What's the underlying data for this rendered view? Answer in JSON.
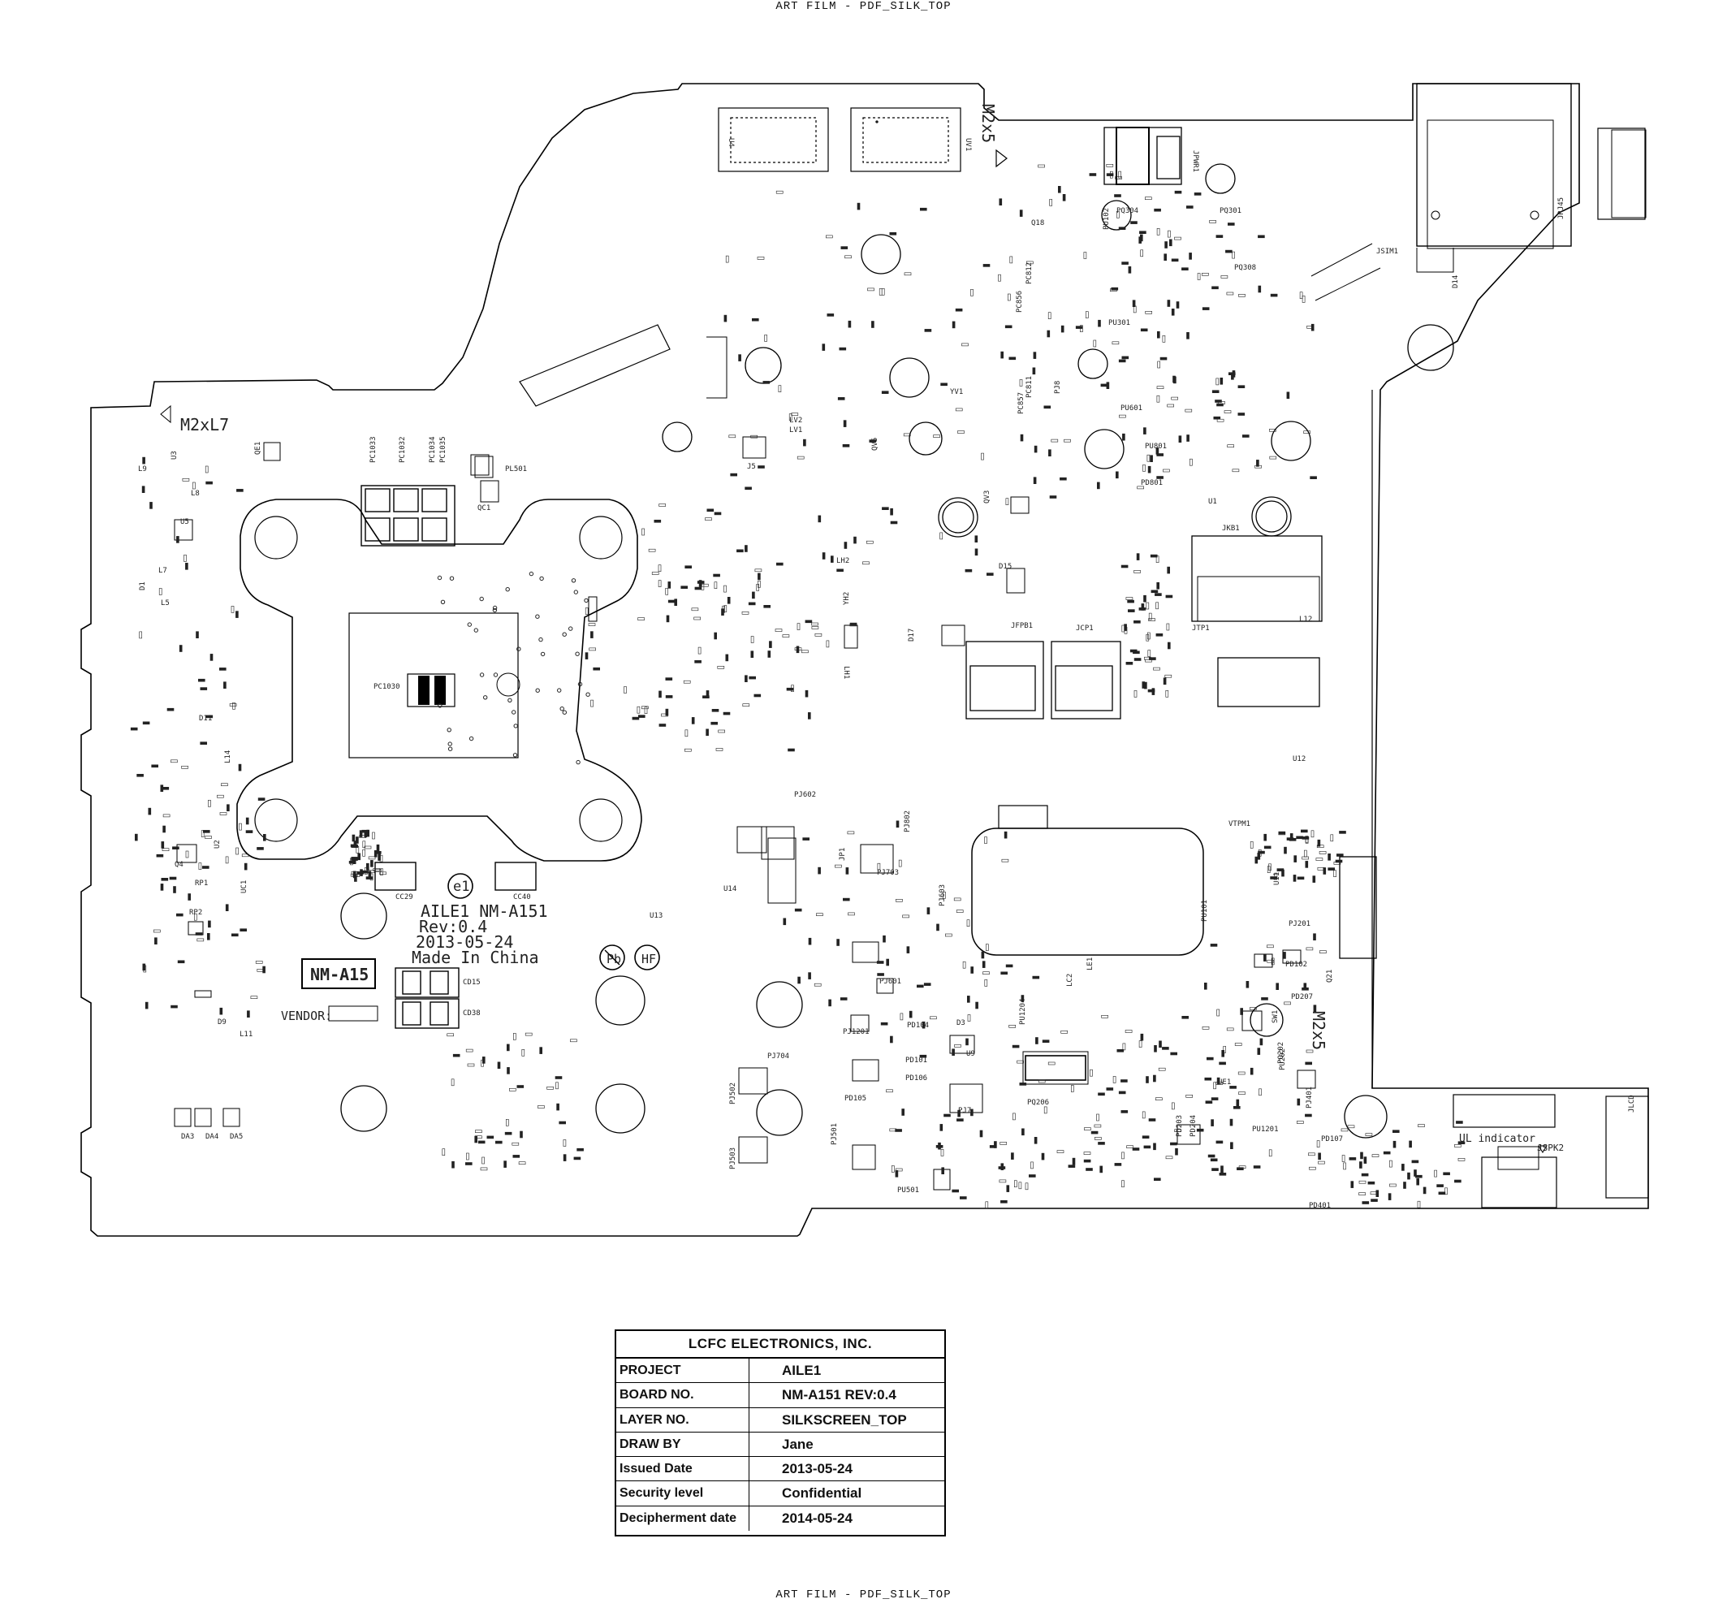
{
  "header": {
    "top_text": "ART FILM - PDF_SILK_TOP",
    "bottom_text": "ART FILM - PDF_SILK_TOP"
  },
  "board": {
    "labels": {
      "m2x5_top": "M2x5",
      "m2x5_right": "M2x5",
      "m2xl7": "M2xL7",
      "ul_indicator": "UL indicator",
      "jspk2": "JSPK2",
      "vendor": "VENDOR:",
      "e1": "e1",
      "pb": "Pb",
      "hf": "HF"
    },
    "silk_block": {
      "line1": "AILE1 NM-A151",
      "line2": "Rev:0.4",
      "line3": "2013-05-24",
      "line4": "Made In China"
    },
    "nm_box": "NM-A15",
    "refdes": [
      {
        "id": "u4",
        "t": "U4"
      },
      {
        "id": "uv1",
        "t": "UV1"
      },
      {
        "id": "pc1033",
        "t": "PC1033"
      },
      {
        "id": "pc1032",
        "t": "PC1032"
      },
      {
        "id": "pc1034",
        "t": "PC1034"
      },
      {
        "id": "pc1035",
        "t": "PC1035"
      },
      {
        "id": "pl501",
        "t": "PL501"
      },
      {
        "id": "qc1",
        "t": "QC1"
      },
      {
        "id": "pc1030",
        "t": "PC1030"
      },
      {
        "id": "cc29",
        "t": "CC29"
      },
      {
        "id": "cc40",
        "t": "CC40"
      },
      {
        "id": "cd15",
        "t": "CD15"
      },
      {
        "id": "cd38",
        "t": "CD38"
      },
      {
        "id": "jfpb1",
        "t": "JFPB1"
      },
      {
        "id": "jcp1",
        "t": "JCP1"
      },
      {
        "id": "jtp1",
        "t": "JTP1"
      },
      {
        "id": "jkb1",
        "t": "JKB1"
      },
      {
        "id": "u12",
        "t": "U12"
      },
      {
        "id": "d17",
        "t": "D17"
      },
      {
        "id": "d15",
        "t": "D15"
      },
      {
        "id": "lh1",
        "t": "LH1"
      },
      {
        "id": "lh2",
        "t": "LH2"
      },
      {
        "id": "yh2",
        "t": "YH2"
      },
      {
        "id": "yv1",
        "t": "YV1"
      },
      {
        "id": "lv2",
        "t": "LV2"
      },
      {
        "id": "lv1",
        "t": "LV1"
      },
      {
        "id": "j5",
        "t": "J5"
      },
      {
        "id": "q18",
        "t": "Q18"
      },
      {
        "id": "jpwr1",
        "t": "JPWR1"
      },
      {
        "id": "pq304",
        "t": "PQ304"
      },
      {
        "id": "pq301",
        "t": "PQ301"
      },
      {
        "id": "pu301",
        "t": "PU301"
      },
      {
        "id": "pq308",
        "t": "PQ308"
      },
      {
        "id": "jsim1",
        "t": "JSIM1"
      },
      {
        "id": "jrj45",
        "t": "JRJ45"
      },
      {
        "id": "d14",
        "t": "D14"
      },
      {
        "id": "pu102",
        "t": "PU102"
      },
      {
        "id": "pc856",
        "t": "PC856"
      },
      {
        "id": "pc812",
        "t": "PC812"
      },
      {
        "id": "pc857",
        "t": "PC857"
      },
      {
        "id": "pc811",
        "t": "PC811"
      },
      {
        "id": "pj8",
        "t": "PJ8"
      },
      {
        "id": "pu601",
        "t": "PU601"
      },
      {
        "id": "pd801",
        "t": "PD801"
      },
      {
        "id": "pj602",
        "t": "PJ602"
      },
      {
        "id": "pj802",
        "t": "PJ802"
      },
      {
        "id": "pj703",
        "t": "PJ703"
      },
      {
        "id": "pj603",
        "t": "PJ603"
      },
      {
        "id": "pj201",
        "t": "PJ201"
      },
      {
        "id": "pj1201",
        "t": "PJ1201"
      },
      {
        "id": "pj601",
        "t": "PJ601"
      },
      {
        "id": "pj704",
        "t": "PJ704"
      },
      {
        "id": "pj502",
        "t": "PJ502"
      },
      {
        "id": "pj503",
        "t": "PJ503"
      },
      {
        "id": "pj501",
        "t": "PJ501"
      },
      {
        "id": "pu501",
        "t": "PU501"
      },
      {
        "id": "pd104",
        "t": "PD104"
      },
      {
        "id": "pd101",
        "t": "PD101"
      },
      {
        "id": "pd106",
        "t": "PD106"
      },
      {
        "id": "pd105",
        "t": "PD105"
      },
      {
        "id": "pj7",
        "t": "PJ7"
      },
      {
        "id": "pq206",
        "t": "PQ206"
      },
      {
        "id": "u9",
        "t": "U9"
      },
      {
        "id": "d3",
        "t": "D3"
      },
      {
        "id": "pu1201",
        "t": "PU1201"
      },
      {
        "id": "pd102",
        "t": "PD102"
      },
      {
        "id": "pd207",
        "t": "PD207"
      },
      {
        "id": "pu202",
        "t": "PU202"
      },
      {
        "id": "pu101",
        "t": "PU101"
      },
      {
        "id": "pd107",
        "t": "PD107"
      },
      {
        "id": "pd401",
        "t": "PD401"
      },
      {
        "id": "pj401",
        "t": "PJ401"
      },
      {
        "id": "jlcd",
        "t": "JLCD"
      },
      {
        "id": "u11",
        "t": "U11"
      },
      {
        "id": "vtpm1",
        "t": "VTPM1"
      },
      {
        "id": "u14",
        "t": "U14"
      },
      {
        "id": "u13",
        "t": "U13"
      },
      {
        "id": "pd203",
        "t": "PD203"
      },
      {
        "id": "pd204",
        "t": "PD204"
      },
      {
        "id": "ue1",
        "t": "UE1"
      },
      {
        "id": "le1",
        "t": "LE1"
      },
      {
        "id": "l12",
        "t": "L12"
      },
      {
        "id": "da3",
        "t": "DA3"
      },
      {
        "id": "da4",
        "t": "DA4"
      },
      {
        "id": "da5",
        "t": "DA5"
      },
      {
        "id": "u3",
        "t": "U3"
      },
      {
        "id": "u5",
        "t": "U5"
      },
      {
        "id": "u2",
        "t": "U2"
      },
      {
        "id": "uc1",
        "t": "UC1"
      },
      {
        "id": "rp1",
        "t": "RP1"
      },
      {
        "id": "rp2",
        "t": "RP2"
      },
      {
        "id": "d11",
        "t": "D11"
      },
      {
        "id": "l14",
        "t": "L14"
      },
      {
        "id": "d9",
        "t": "D9"
      },
      {
        "id": "l11",
        "t": "L11"
      },
      {
        "id": "q4",
        "t": "Q4"
      },
      {
        "id": "qe1",
        "t": "QE1"
      },
      {
        "id": "qv5",
        "t": "QV5"
      },
      {
        "id": "qv3",
        "t": "QV3"
      },
      {
        "id": "u1",
        "t": "U1"
      },
      {
        "id": "q21",
        "t": "Q21"
      },
      {
        "id": "sw1",
        "t": "SW1"
      },
      {
        "id": "jp1",
        "t": "JP1"
      },
      {
        "id": "l9",
        "t": "L9"
      },
      {
        "id": "d1",
        "t": "D1"
      },
      {
        "id": "l5",
        "t": "L5"
      },
      {
        "id": "l7",
        "t": "L7"
      },
      {
        "id": "l8",
        "t": "L8"
      },
      {
        "id": "pu801",
        "t": "PU801"
      },
      {
        "id": "pu1204",
        "t": "PU1204"
      },
      {
        "id": "pq202",
        "t": "PQ202"
      },
      {
        "id": "lc2",
        "t": "LC2"
      }
    ]
  },
  "title_block": {
    "company": "LCFC ELECTRONICS, INC.",
    "rows": [
      {
        "key": "PROJECT",
        "value": "AILE1"
      },
      {
        "key": "BOARD NO.",
        "value": "NM-A151   REV:0.4"
      },
      {
        "key": "LAYER NO.",
        "value": "SILKSCREEN_TOP"
      },
      {
        "key": "DRAW BY",
        "value": "Jane"
      },
      {
        "key": "Issued  Date",
        "value": "2013-05-24"
      },
      {
        "key": "Security level",
        "value": "Confidential"
      },
      {
        "key": "Decipherment date",
        "value": "2014-05-24"
      }
    ]
  }
}
